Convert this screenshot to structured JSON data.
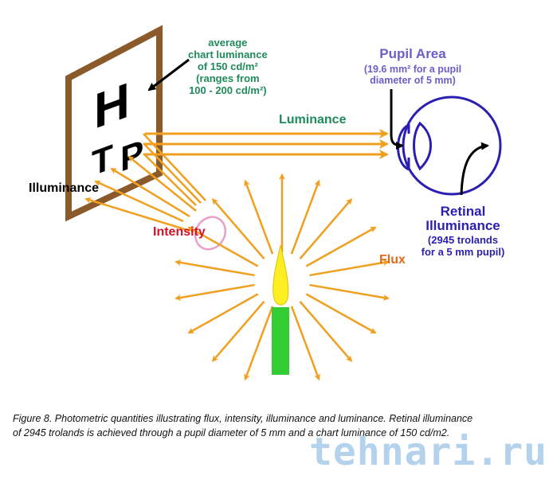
{
  "diagram": {
    "chart_letters": [
      "H",
      "T",
      "P"
    ],
    "chart_note": [
      "average",
      "chart luminance",
      "of 150 cd/m²",
      "(ranges from",
      "100 - 200 cd/m²)"
    ],
    "luminance_label": "Luminance",
    "pupil_area_title": "Pupil Area",
    "pupil_area_note": [
      "(19.6 mm² for a pupil",
      "diameter of 5 mm)"
    ],
    "illuminance_label": "Illuminance",
    "intensity_label": "Intensity",
    "flux_label": "Flux",
    "retinal_title": [
      "Retinal",
      "Illuminance"
    ],
    "retinal_note": [
      "(2945  trolands",
      "for a 5 mm pupil)"
    ],
    "colors": {
      "frame": "#8b5a2b",
      "ray": "#f0a020",
      "eye": "#2a1fb0",
      "candle": "#33cc33",
      "flame": "#ffee22",
      "intensity_circle": "#e8a0c8"
    }
  },
  "caption": {
    "line1": "Figure 8. Photometric quantities illustrating flux, intensity, illuminance and luminance. Retinal illuminance",
    "line2": "of 2945 trolands is achieved through a pupil diameter of 5 mm and a chart luminance of 150 cd/m2."
  },
  "watermark": "tehnari.ru"
}
